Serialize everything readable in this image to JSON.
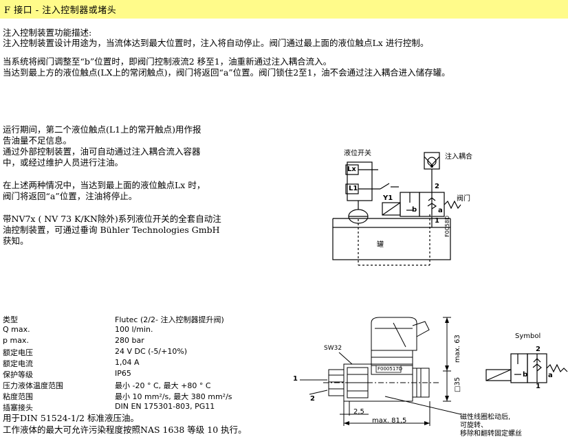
{
  "header": {
    "title": "F 接口  - 注入控制器或堵头"
  },
  "intro": {
    "title": "注入控制装置功能描述:",
    "l1": "注入控制装置设计用途为，当流体达到最大位置时，注入将自动停止。阀门通过最上面的液位触点Lx 进行控制。",
    "l2": "当系统将阀门调整至“b”位置时，即阀门控制液流2 移至1，油重新通过注入耦合流入。",
    "l3": "当达到最上方的液位触点(LX上的常闭触点)，阀门将返回“a”位置。阀门锁住2至1，油不会通过注入耦合进入储存罐。"
  },
  "body": {
    "p1a": "运行期间，第二个液位触点(L1上的常开触点)用作报",
    "p1b": "告油量不足信息。",
    "p2a": "通过外部控制装置，油可自动通过注入耦合流入容器",
    "p2b": "中，或经过维护人员进行注油。",
    "p3a": "在上述两种情况中，当达到最上面的液位触点Lx 时，",
    "p3b": "阀门将返回“a”位置，注油将停止。",
    "p4a": "带NV7x ( NV 73 K/KN除外)系列液位开关的全套自动注",
    "p4b": "油控制装置，可通过垂询 Bühler Technologies GmbH",
    "p4c": "获知。"
  },
  "schematic": {
    "level_switch": "液位开关",
    "fill_coupling": "注入耦合",
    "valve": "阀门",
    "tank": "罐",
    "lx": "Lx",
    "l1": "L1",
    "y1": "Y1",
    "b": "b",
    "a": "a",
    "port1": "1",
    "port2": "2",
    "code": "F0058D"
  },
  "specs": [
    {
      "label": "类型",
      "value": "Flutec (2/2- 注入控制器提升阀)"
    },
    {
      "label": "Q max.",
      "value": "100 l/min."
    },
    {
      "label": "p max.",
      "value": "280 bar"
    },
    {
      "label": "额定电压",
      "value": "24 V DC (-5/+10%)"
    },
    {
      "label": "额定电流",
      "value": "1,04 A"
    },
    {
      "label": "保护等级",
      "value": "IP65"
    },
    {
      "label": "压力液体温度范围",
      "value": "最小 -20 ° C, 最大 +80 ° C"
    },
    {
      "label": "粘度范围",
      "value": "最小 10 mm²/s, 最大 380 mm²/s"
    },
    {
      "label": "插塞接头",
      "value": "DIN EN 175301-803, PG11"
    }
  ],
  "foot": {
    "f1": "用于DIN 51524-1/2 标准液压油。",
    "f2": "工作液体的最大可允许污染程度按照NAS 1638 等级 10 执行。"
  },
  "drawing": {
    "sw": "SW32",
    "code": "F000517D",
    "max63": "max. 63",
    "d35": "□35",
    "dim25": "2,5",
    "max815": "max. 81,5",
    "port1": "1",
    "port2": "2",
    "note1": "磁性线圈松动后,",
    "note2": "可旋转、",
    "note3": "移除和翻转固定螺丝"
  },
  "symbol": {
    "title": "Symbol",
    "b": "b",
    "a": "a",
    "port1": "1",
    "port2": "2"
  }
}
